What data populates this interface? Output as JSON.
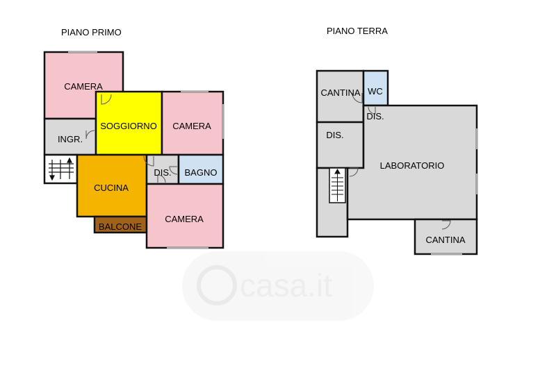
{
  "floors": {
    "primo": {
      "title": "PIANO PRIMO",
      "rooms": {
        "camera_1": "CAMERA",
        "soggiorno": "SOGGIORNO",
        "camera_2": "CAMERA",
        "ingresso": "INGR.",
        "cucina": "CUCINA",
        "disimpegno": "DIS.",
        "bagno": "BAGNO",
        "balcone": "BALCONE",
        "camera_3": "CAMERA"
      }
    },
    "terra": {
      "title": "PIANO TERRA",
      "rooms": {
        "cantina_1": "CANTINA",
        "wc": "WC",
        "disimpegno_1": "DIS.",
        "disimpegno_2": "DIS.",
        "laboratorio": "LABORATORIO",
        "cantina_2": "CANTINA"
      }
    }
  },
  "watermark": {
    "text": "casa.it"
  },
  "colors": {
    "camera": "#f5c5cb",
    "soggiorno": "#ffff00",
    "cucina": "#f5b400",
    "service": "#d9d9d9",
    "bagno": "#cfe2f3",
    "balcone": "#a0621a",
    "ground": "#d9d9d9"
  }
}
